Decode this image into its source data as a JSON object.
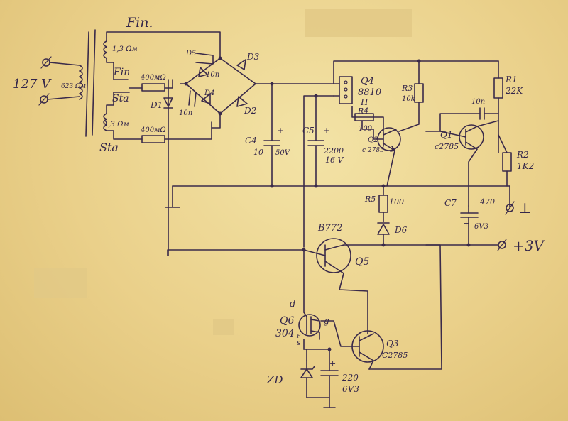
{
  "labels": {
    "fin_top": "Fin.",
    "fin_mid": "Fin",
    "sta_mid": "Sta",
    "sta_bot": "Sta",
    "coil_top": "1,3 Ωм",
    "coil_bot": "1,3 Ωм",
    "primary_coil": "623 Ωм",
    "input_voltage": "127 V",
    "res_top": "400мΩ",
    "res_bot": "400мΩ",
    "d1": "D1",
    "d2": "D2",
    "d3": "D3",
    "d4": "D4",
    "d5": "D5",
    "cap_10n_a": "10n",
    "cap_10n_b": "10n",
    "c4_name": "C4",
    "c4_val": "10",
    "c4_volt": "50V",
    "c5_name": "C5",
    "c5_val": "2200",
    "c5_volt": "16 V",
    "q4_name": "Q4",
    "q4_part": "8810",
    "q4_pin": "H",
    "r3_name": "R3",
    "r3_val": "10k",
    "r4_name": "R4",
    "r4_val": "100",
    "q2_name": "Q2",
    "q2_part": "c 2785",
    "cap_10n_c": "10n",
    "q1_name": "Q1",
    "q1_part": "c2785",
    "r1_name": "R1",
    "r1_val": "22K",
    "r2_name": "R2",
    "r2_val": "1K2",
    "r5_name": "R5",
    "r5_val": "100",
    "c7_name": "C7",
    "c7_val": "470",
    "c7_volt": "6V3",
    "d6": "D6",
    "terminal_minus": "⊥",
    "terminal_plus": "+3V",
    "q5_part": "B772",
    "q5_name": "Q5",
    "q6_d": "d",
    "q6_name": "Q6",
    "q6_part": "304",
    "q6_sub": "F",
    "q6_s": "s",
    "q6_g": "g",
    "q3_name": "Q3",
    "q3_part": "C2785",
    "zd": "ZD",
    "c_zd_val": "220",
    "c_zd_volt": "6V3",
    "plus_sign": "+"
  }
}
